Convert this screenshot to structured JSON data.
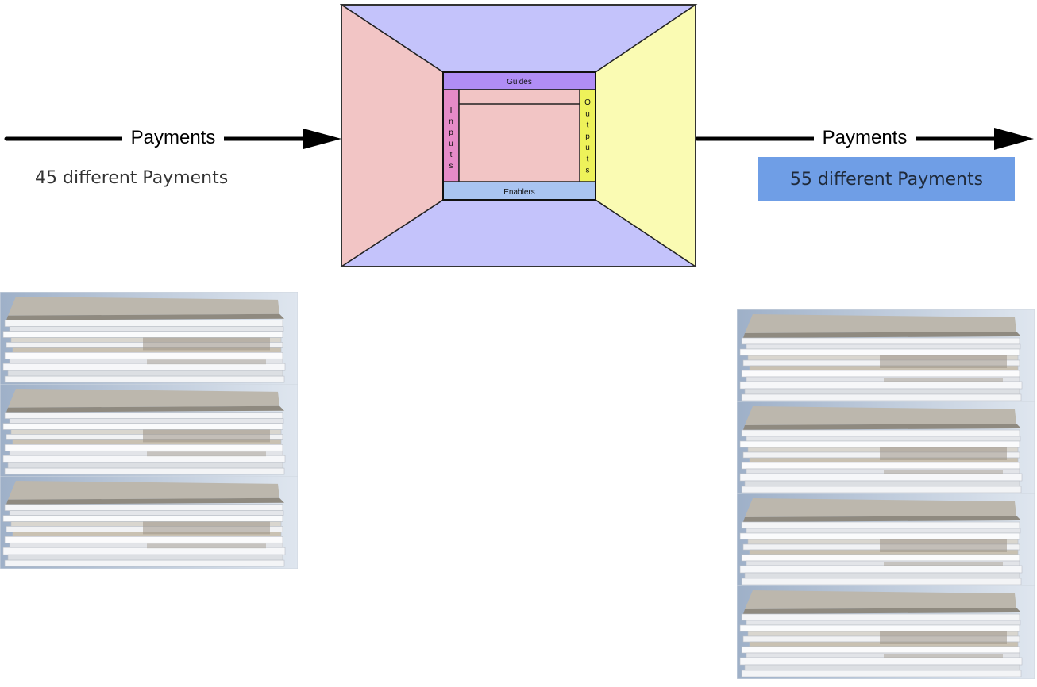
{
  "diagram": {
    "left_flow": {
      "arrow_label": "Payments",
      "count_text": "45 different Payments",
      "stack_count": 3
    },
    "right_flow": {
      "arrow_label": "Payments",
      "count_text": "55 different Payments",
      "stack_count": 4
    },
    "process_box": {
      "top_label": "Guides",
      "bottom_label": "Enablers",
      "left_label": "Inputs",
      "right_label": "Outputs",
      "colors": {
        "outer_top_bottom": "#c4c3fb",
        "outer_left": "#f2c5c5",
        "outer_right": "#fafbb3",
        "inner_center": "#f2c5c5",
        "guides_band": "#b08df5",
        "enablers_band": "#a9c4f0",
        "inputs_band": "#e58bc8",
        "outputs_band": "#eef25a"
      }
    },
    "colors": {
      "count_box_bg": "#6f9ee6",
      "arrow": "#000000"
    }
  }
}
